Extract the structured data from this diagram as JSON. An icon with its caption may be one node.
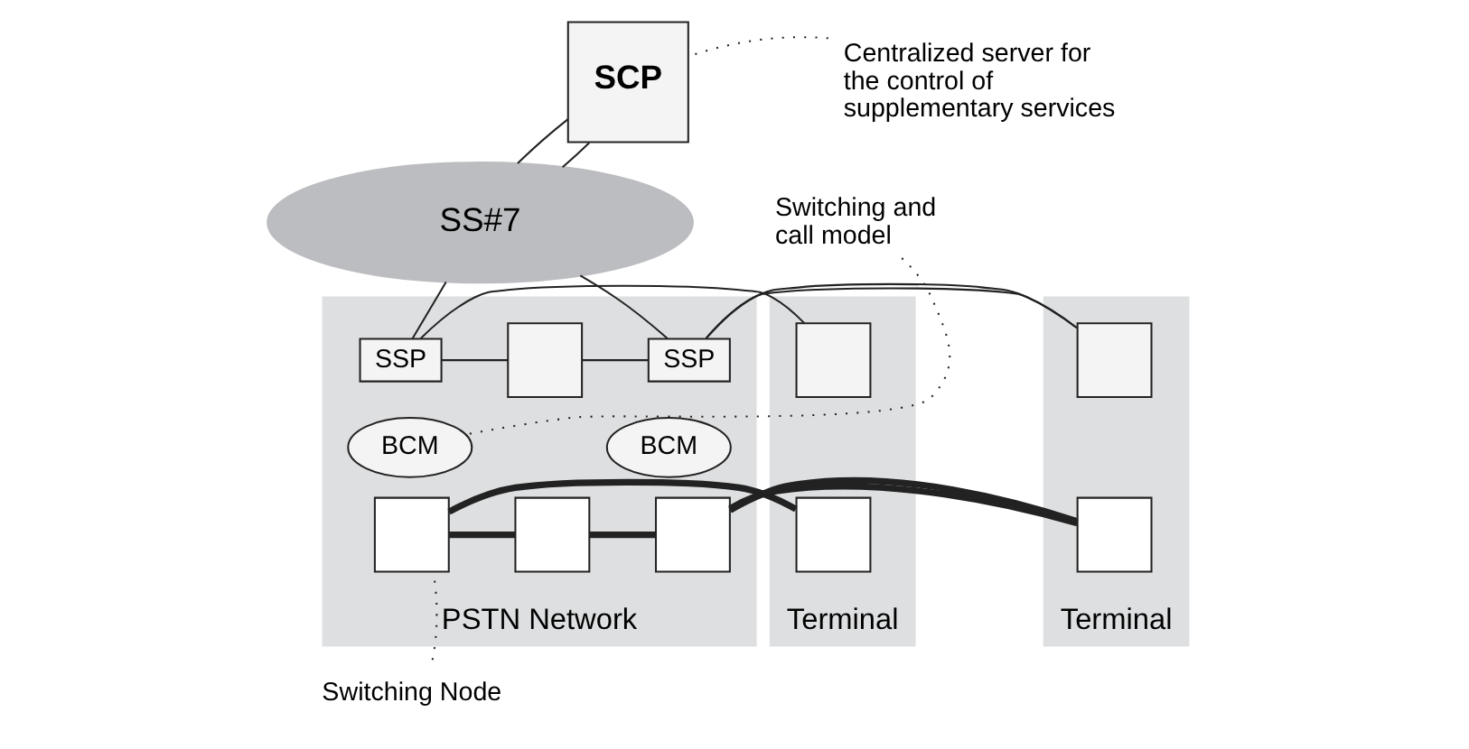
{
  "diagram": {
    "nodes": [
      {
        "text": [
          "SCP"
        ]
      },
      {
        "text": [
          "Centralized server for the control of supplementary services"
        ]
      },
      {
        "text": [
          "SS#7"
        ]
      },
      {
        "text": [
          "Switching and call model"
        ]
      },
      {
        "text": [
          "Terminal"
        ]
      },
      {
        "text": [],
        "shape": "box",
        "in": 4
      },
      {
        "text": [],
        "shape": "box",
        "in": 4
      },
      {
        "text": [
          "PSTN Network"
        ]
      },
      {
        "text": [
          "SSP"
        ],
        "in": 7
      },
      {
        "text": [
          "BCM"
        ],
        "in": 7
      },
      {
        "text": [],
        "shape": "box",
        "in": 7
      },
      {
        "text": [],
        "shape": "box",
        "in": 7
      },
      {
        "text": [],
        "shape": "box",
        "in": 7
      },
      {
        "text": [
          "SSP"
        ],
        "in": 7
      },
      {
        "text": [
          "BCM"
        ],
        "in": 7
      },
      {
        "text": [],
        "shape": "box",
        "in": 7
      },
      {
        "text": [
          "Terminal"
        ]
      },
      {
        "text": [],
        "shape": "box",
        "in": 16
      },
      {
        "text": [],
        "shape": "box",
        "in": 16
      },
      {
        "text": [
          "Switching Node"
        ]
      }
    ],
    "edges": [
      {
        "from": 1,
        "to": 0,
        "arrow": "none",
        "style": "dashed"
      },
      {
        "from": 0,
        "to": 2,
        "arrow": "none"
      },
      {
        "from": 0,
        "to": 2,
        "arrow": "none"
      },
      {
        "from": 2,
        "to": 8,
        "arrow": "none"
      },
      {
        "from": 2,
        "to": 13,
        "arrow": "none"
      },
      {
        "from": 3,
        "to": 9,
        "arrow": "none",
        "style": "dashed"
      },
      {
        "from": 5,
        "to": 8,
        "arrow": "none"
      },
      {
        "from": 8,
        "to": 11,
        "arrow": "none"
      },
      {
        "from": 11,
        "to": 13,
        "arrow": "none"
      },
      {
        "from": 13,
        "to": 17,
        "arrow": "none"
      },
      {
        "from": 6,
        "to": 10,
        "arrow": "none",
        "style": "thick"
      },
      {
        "from": 10,
        "to": 12,
        "arrow": "none",
        "style": "thick"
      },
      {
        "from": 12,
        "to": 15,
        "arrow": "none",
        "style": "thick"
      },
      {
        "from": 15,
        "to": 18,
        "arrow": "none",
        "style": "thick"
      },
      {
        "from": 19,
        "to": 10,
        "arrow": "none",
        "style": "dashed"
      }
    ]
  }
}
